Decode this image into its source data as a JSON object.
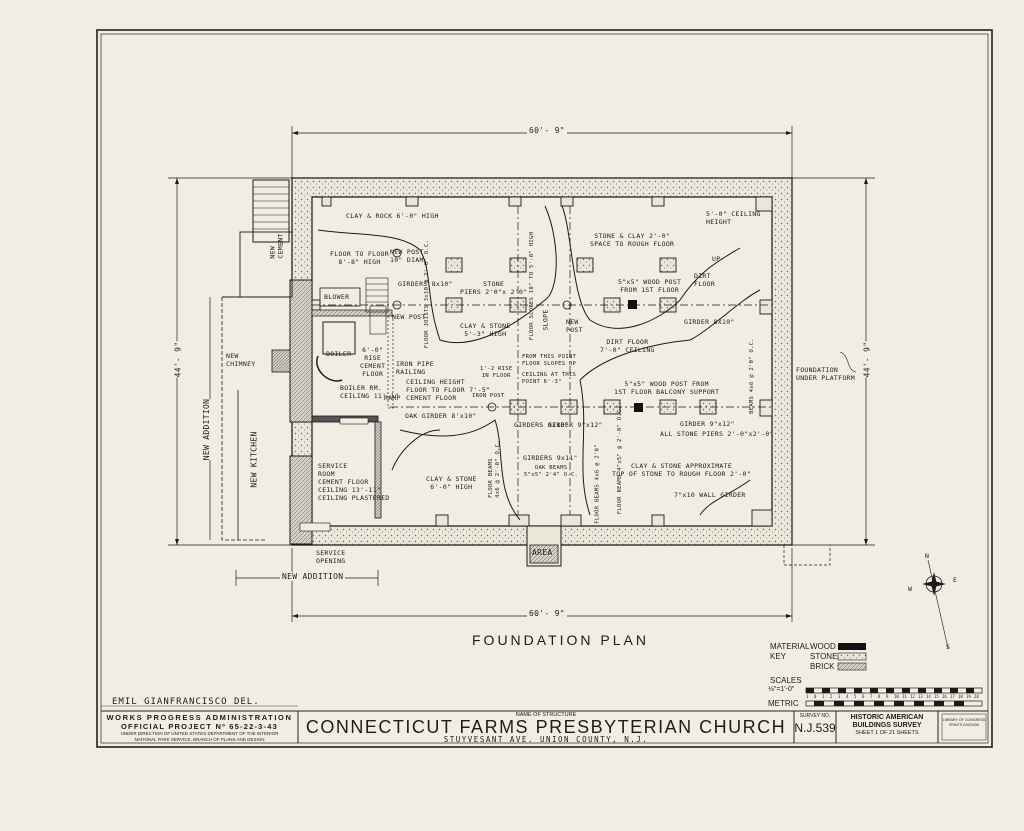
{
  "plan": {
    "title": "FOUNDATION PLAN",
    "dims": {
      "top": "60'- 9\"",
      "bottom": "60'- 9\"",
      "left": "44'- 9\"",
      "right": "44'- 9\""
    },
    "annex": {
      "new_chimney": "NEW\nCHIMNEY",
      "new_addition_vertical": "NEW ADDITION",
      "new_kitchen": "NEW KITCHEN",
      "new_addition_bottom": "NEW ADDITION",
      "service_opening": "SERVICE\nOPENING",
      "new_cement": "NEW\nCEMENT",
      "area": "AREA",
      "foundation_under_platform": "FOUNDATION\nUNDER PLATFORM"
    },
    "rooms": {
      "clay_rock": "CLAY & ROCK 6'-0\" HIGH",
      "floor_to_floor": "FLOOR TO FLOOR\n8'-8\" HIGH",
      "new_post_top": "NEW POST\n10\" DIAM.",
      "blower": "BLOWER",
      "girders_top": "GIRDERS 8x10\"",
      "stone_piers": "STONE\nPIERS 2'0\"x 2'0\"",
      "floor_joists_left": "FLOOR JOISTS 3x10 @ 2'-0\" O.C.",
      "floor_slopes": "FLOOR SLOPES 18\" TO 5'-0\" HIGH",
      "new_post_left": "NEW POST",
      "clay_stone_left": "CLAY & STONE\n5'-3\" HIGH",
      "slope_center": "SLOPE",
      "new_post_center": "NEW\nPOST",
      "boiler": "BOILER",
      "rise": "6'-0\"\nRISE\nCEMENT\nFLOOR",
      "boiler_rm": "BOILER RM.\nCEILING 11'-1\"",
      "iron_pipe": "IRON PIPE\nRAILING",
      "ceiling_height": "CEILING HEIGHT\nFLOOR TO FLOOR 7'-5\"\nCEMENT FLOOR",
      "rise_small": "1'-2 RISE\nIN FLOOR",
      "iron_post": "IRON POST",
      "ramp": "RAMP",
      "oak_girder": "OAK GIRDER  8'x10\"",
      "from_this_point": "FROM THIS POINT\nFLOOR SLOPES UP",
      "ceiling_at_this": "CEILING AT THIS\nPOINT 6'-3\"",
      "service_room": "SERVICE\nROOM\nCEMENT FLOOR\nCEILING 13'-11\"\nCEILING PLASTERED",
      "clay_stone_6": "CLAY & STONE\n6'-0\" HIGH",
      "floor_beams_left": "FLOOR BEAMS\n4x6 @ 2'-0\" O.C.",
      "girders_bottom": "GIRDERS 8x10\"",
      "girders_9x11": "GIRDERS 9x11\"",
      "oak_beams": "OAK BEAMS\n5\"x5\" 2'4\" O.C.",
      "stone_clay": "STONE & CLAY 2'-0\"\nSPACE TO ROUGH FLOOR",
      "ceiling_height_right": "5'-0\" CEILING\nHEIGHT",
      "up": "UP",
      "dirt_floor_small": "DIRT\nFLOOR",
      "wood_post_top": "5\"x5\" WOOD POST\nFROM 1ST FLOOR",
      "girder_right": "GIRDER 8X10\"",
      "dirt_floor": "DIRT FLOOR\n7'-0\" CEILING",
      "wood_post_bottom": "5\"x5\" WOOD POST FROM\n1ST FLOOR BALCONY SUPPORT",
      "girder_9x12": "GIRDER 9\"x12\"",
      "girder_9x12b": "GIRDER 9\"x12\"",
      "all_stone_piers": "ALL STONE PIERS 2'-0\"x2'-0\"",
      "beams_right": "BEAMS 4x6 @ 2'0\" O.C.",
      "floor_beams_mid": "FLOOR BEAMS 4\"x5\" @ 2'-0\" O.C.",
      "floor_beams_right": "FLOOR BEAMS 4x6 @ 2'0\"",
      "clay_stone_approx": "CLAY & STONE APPROXIMATE\nTOP OF STONE TO ROUGH FLOOR 2'-0\"",
      "wall_girder": "7\"x10 WALL GIRDER"
    }
  },
  "compass": {
    "n": "N",
    "e": "E",
    "w": "W",
    "s": "S"
  },
  "material_key": {
    "title": "MATERIAL\nKEY",
    "items": [
      {
        "name": "WOOD",
        "color": "#111111"
      },
      {
        "name": "STONE",
        "color": "#c9c4b8"
      },
      {
        "name": "BRICK",
        "color": "#a09b90"
      }
    ]
  },
  "scales": {
    "title": "SCALES",
    "imperial": "⅛\"=1'-0\"",
    "metric": "METRIC",
    "ticks": [
      "1",
      "0",
      "1",
      "2",
      "3",
      "4",
      "5",
      "6",
      "7",
      "8",
      "9",
      "10",
      "11",
      "12",
      "13",
      "14",
      "15",
      "16",
      "17",
      "18",
      "19",
      "20"
    ]
  },
  "delineator": "EMIL  GIANFRANCISCO  DEL.",
  "title_block": {
    "wpa_line1": "WORKS  PROGRESS  ADMINISTRATION",
    "wpa_line2": "OFFICIAL  PROJECT  Nº 65-22-3-43",
    "wpa_line3": "UNDER DIRECTION OF UNITED STATES DEPARTMENT OF THE INTERIOR",
    "wpa_line4": "NATIONAL PARK SERVICE, BRANCH OF PLANS AND DESIGN",
    "name_label": "NAME OF STRUCTURE",
    "structure_name": "CONNECTICUT FARMS PRESBYTERIAN CHURCH",
    "location": "STUYVESANT  AVE.  UNION  COUNTY,  N.J.",
    "survey_label": "SURVEY NO.",
    "survey_no": "N.J.539",
    "habs_line1": "HISTORIC AMERICAN",
    "habs_line2": "BUILDINGS SURVEY",
    "sheet_text": "SHEET  1  OF  21  SHEETS",
    "corner_line1": "LIBRARY OF CONGRESS",
    "corner_line2": "PRINTS DIVISION"
  }
}
